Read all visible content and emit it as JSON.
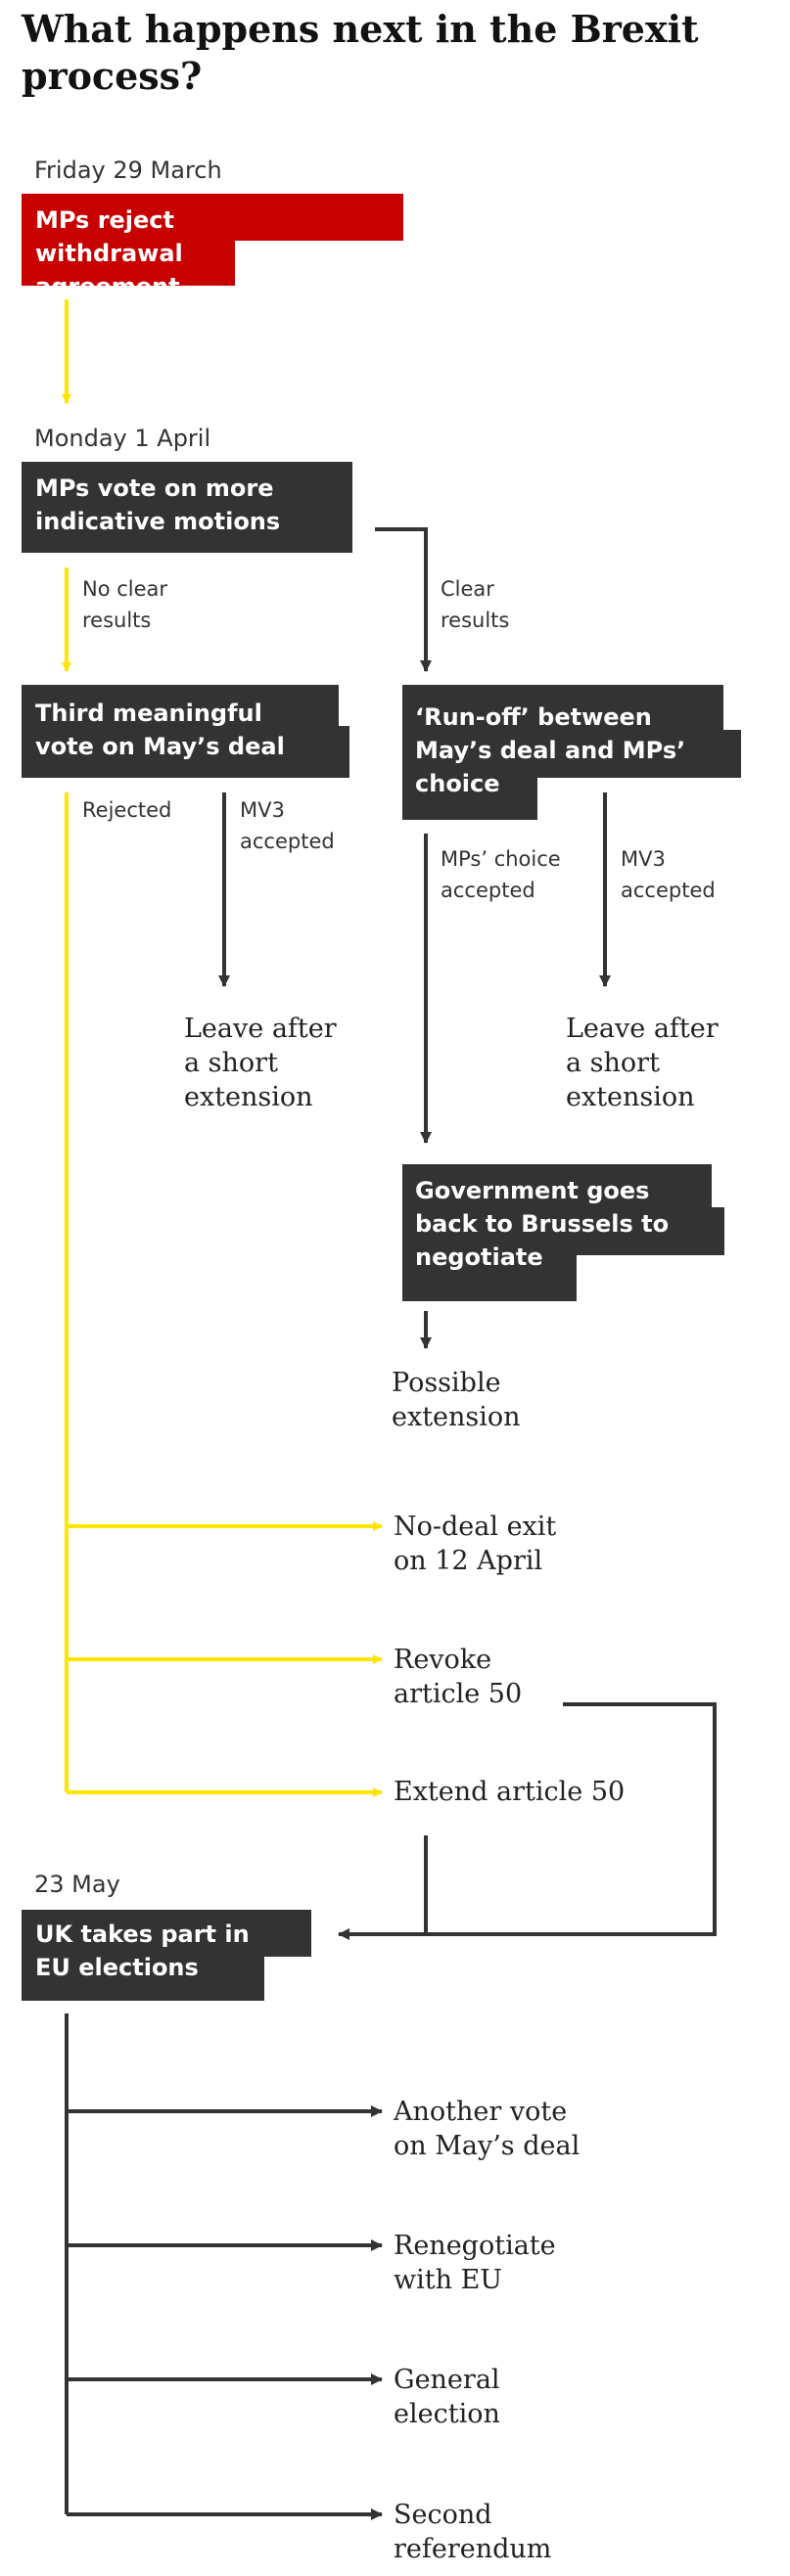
{
  "title": "What happens next in the Brexit process?",
  "colors": {
    "flow_yellow": "#ffe500",
    "box_red": "#c70000",
    "box_dark": "#333333",
    "line_dark": "#333333",
    "text": "#121212"
  },
  "dates": {
    "d1": "Friday 29 March",
    "d2": "Monday 1 April",
    "d3": "23 May"
  },
  "steps": {
    "reject": "MPs reject withdrawal agreement",
    "indicative": "MPs vote on more indicative motions",
    "mv3": "Third meaningful vote on May’s deal",
    "runoff": "‘Run-off’ between May’s deal and MPs’ choice",
    "brussels": "Government goes back to Brussels to negotiate",
    "eu_elections": "UK takes part in EU elections"
  },
  "edge_labels": {
    "no_clear": "No clear results",
    "clear": "Clear results",
    "rejected": "Rejected",
    "mv3_accepted_1": "MV3 accepted",
    "mps_choice": "MPs’ choice accepted",
    "mv3_accepted_2": "MV3 accepted"
  },
  "outcomes": {
    "leave_1": "Leave after a short extension",
    "leave_2": "Leave after a short extension",
    "possible_ext": "Possible extension",
    "no_deal": "No-deal exit on 12 April",
    "revoke": "Revoke article 50",
    "extend": "Extend article 50",
    "another_vote": "Another vote on May’s deal",
    "renegotiate": "Renegotiate with EU",
    "general_election": "General election",
    "second_ref": "Second referendum"
  }
}
